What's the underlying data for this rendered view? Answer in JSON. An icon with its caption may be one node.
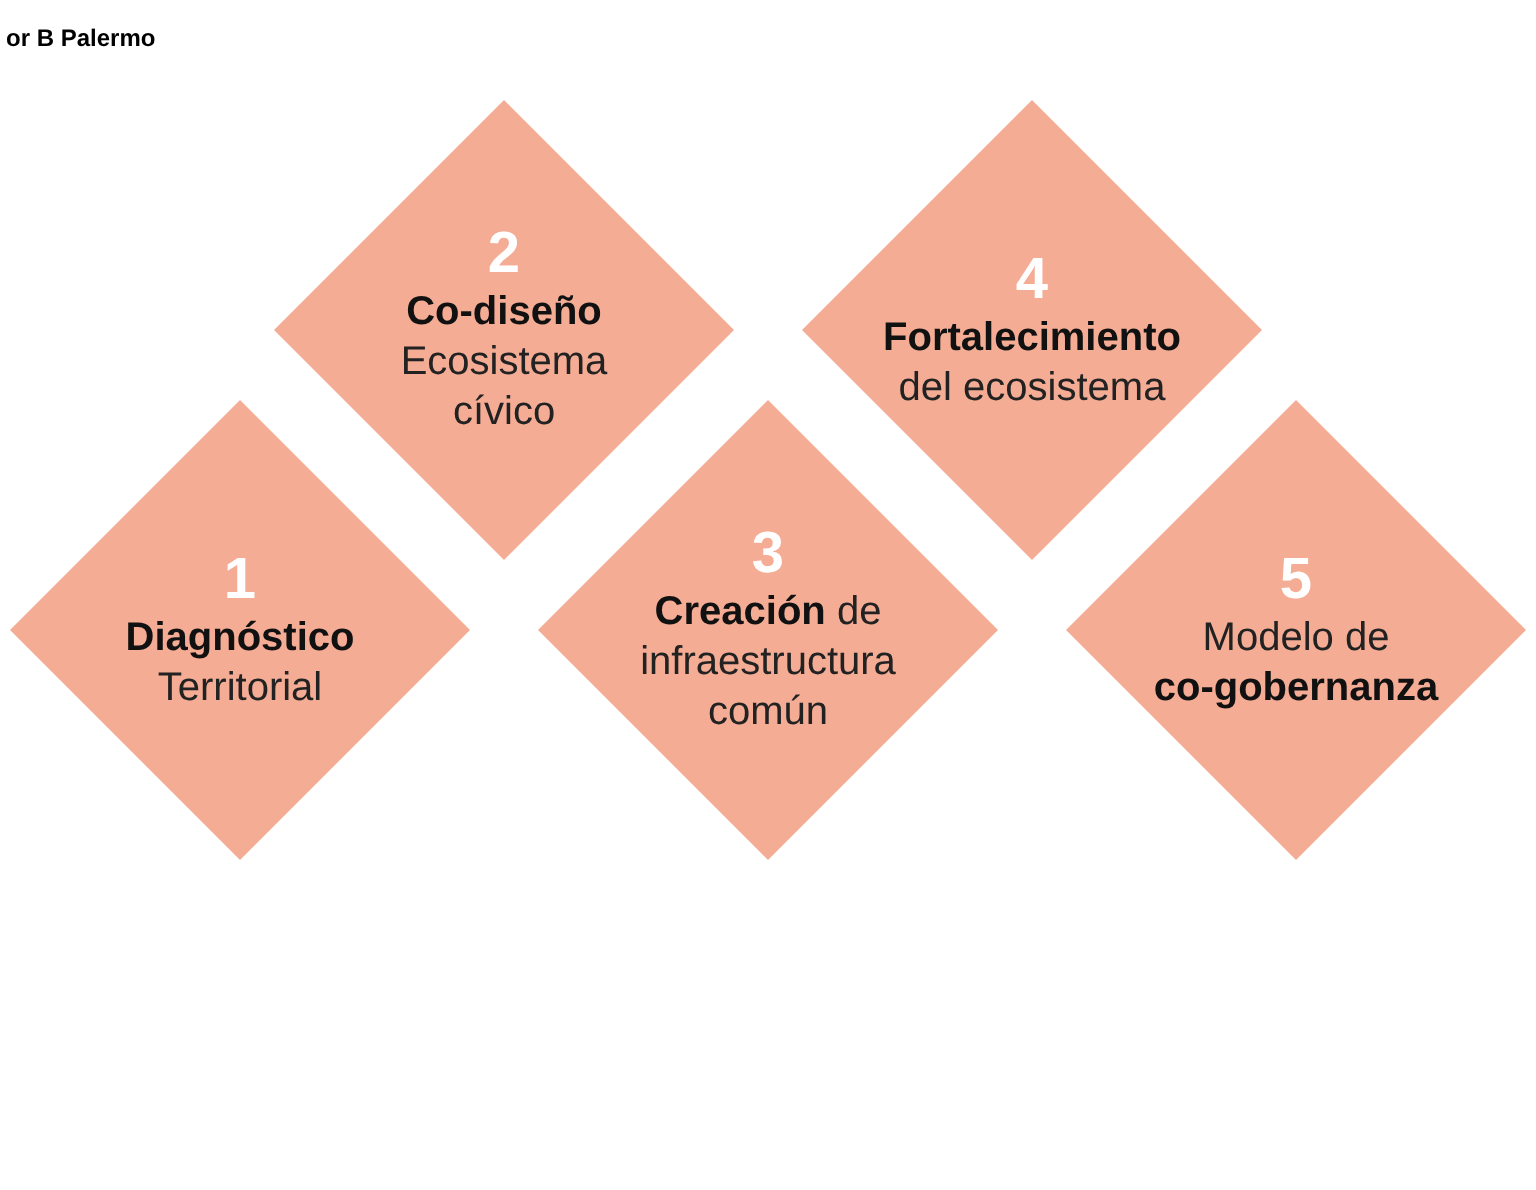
{
  "diagram": {
    "nodes": [
      {
        "text": [
          "1",
          "Diagnóstico",
          "Territorial"
        ]
      },
      {
        "text": [
          "2",
          "Co-diseño",
          "Ecosistema cívico"
        ]
      },
      {
        "text": [
          "3",
          "**Creación** de infraestructura común"
        ]
      },
      {
        "text": [
          "4",
          "Fortalecimiento",
          "del ecosistema"
        ]
      },
      {
        "text": [
          "5",
          "Modelo de **co-gobernanza**"
        ]
      }
    ],
    "labels": [
      "or B Palermo"
    ]
  }
}
